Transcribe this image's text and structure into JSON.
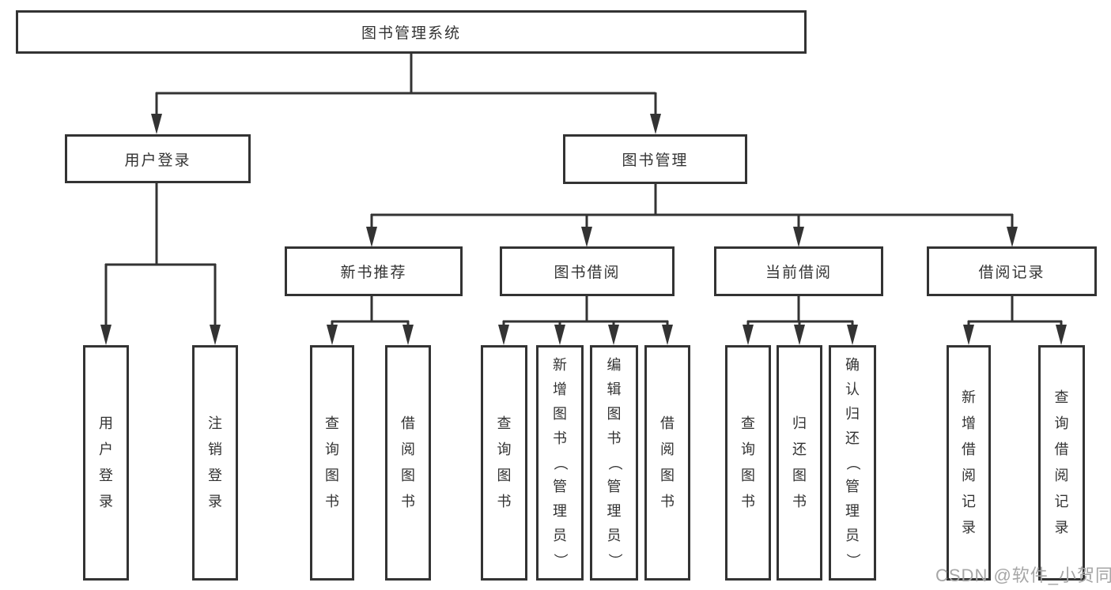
{
  "tree": {
    "root": {
      "label": "图书管理系统"
    },
    "branches": [
      {
        "label": "用户登录",
        "leaves": [
          {
            "label": "用户登录"
          },
          {
            "label": "注销登录"
          }
        ]
      },
      {
        "label": "图书管理",
        "groups": [
          {
            "label": "新书推荐",
            "leaves": [
              {
                "label": "查询图书"
              },
              {
                "label": "借阅图书"
              }
            ]
          },
          {
            "label": "图书借阅",
            "leaves": [
              {
                "label": "查询图书"
              },
              {
                "label": "新增图书（管理员）"
              },
              {
                "label": "编辑图书（管理员）"
              },
              {
                "label": "借阅图书"
              }
            ]
          },
          {
            "label": "当前借阅",
            "leaves": [
              {
                "label": "查询图书"
              },
              {
                "label": "归还图书"
              },
              {
                "label": "确认归还（管理员）"
              }
            ]
          },
          {
            "label": "借阅记录",
            "leaves": [
              {
                "label": "新增借阅记录"
              },
              {
                "label": "查询借阅记录"
              }
            ]
          }
        ]
      }
    ]
  },
  "watermark": {
    "text": "CSDN @软件_小贺同学",
    "color": "#a6a6a6"
  },
  "colors": {
    "line": "#333333",
    "text": "#333333",
    "background": "#ffffff",
    "box_background": "#ffffff"
  }
}
